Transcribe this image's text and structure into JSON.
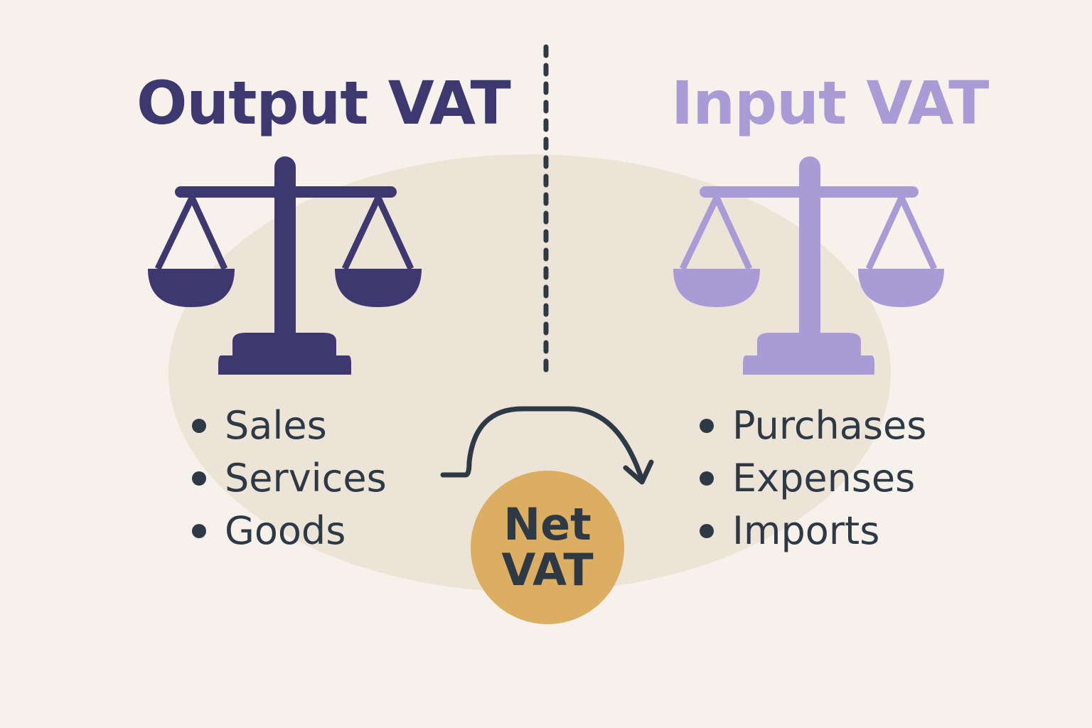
{
  "colors": {
    "output": "#3d386f",
    "input": "#a99bd6",
    "text": "#2d3a46",
    "net": "#dcae62",
    "background": "#f6f1ea",
    "ellipse": "#ede4d8"
  },
  "output": {
    "title": "Output VAT",
    "icon": "scales-icon",
    "items": [
      "Sales",
      "Services",
      "Goods"
    ]
  },
  "input": {
    "title": "Input VAT",
    "icon": "scales-icon",
    "items": [
      "Purchases",
      "Expenses",
      "Imports"
    ]
  },
  "net": {
    "line1": "Net",
    "line2": "VAT"
  }
}
